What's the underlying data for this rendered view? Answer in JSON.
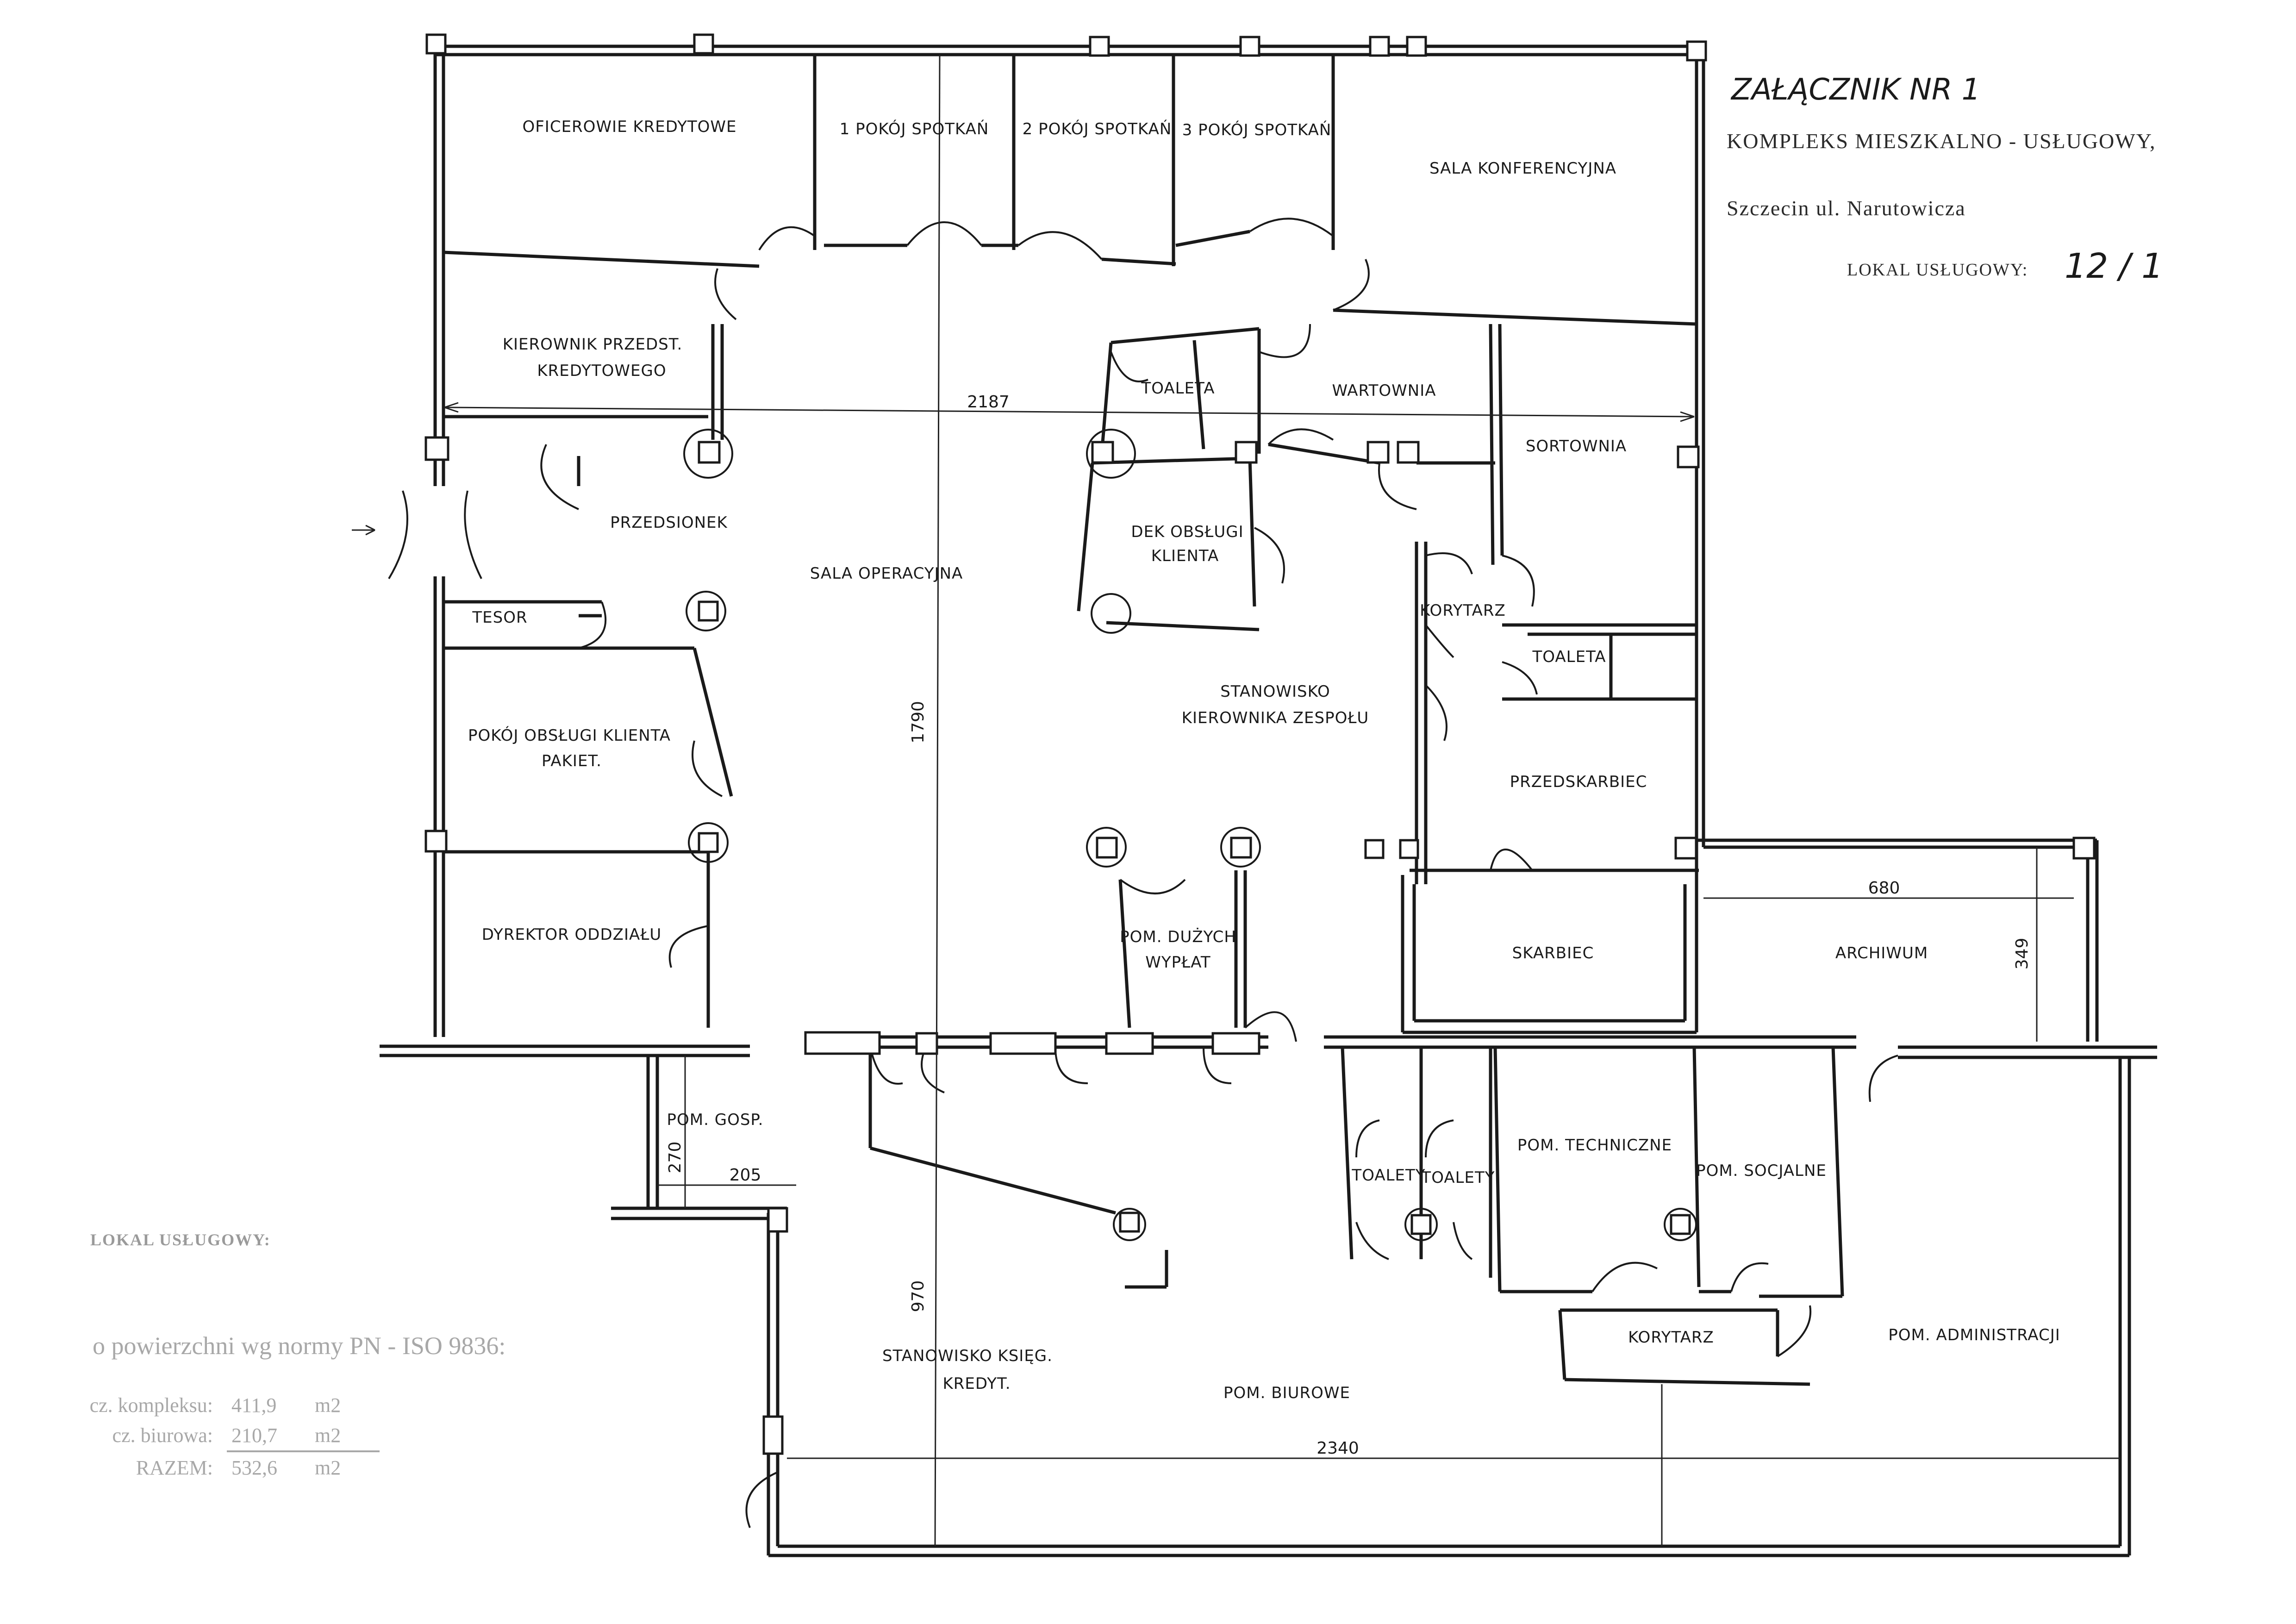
{
  "header": {
    "attachment": "ZAŁĄCZNIK NR 1",
    "complex": "KOMPLEKS MIESZKALNO - USŁUGOWY,",
    "address": "Szczecin ul. Narutowicza",
    "unit_label": "LOKAL USŁUGOWY:",
    "unit_number": "12 / 1"
  },
  "rooms": {
    "oficerowie": "OFICEROWIE KREDYTOWE",
    "spotkan1": "1 POKÓJ SPOTKAŃ",
    "spotkan2": "2 POKÓJ SPOTKAŃ",
    "spotkan3": "3 POKÓJ SPOTKAŃ",
    "konferencyjna": "SALA KONFERENCYJNA",
    "kierownik_line1": "KIEROWNIK PRZEDST.",
    "kierownik_line2": "KREDYTOWEGO",
    "toaleta_top": "TOALETA",
    "wartownia": "WARTOWNIA",
    "sortownia": "SORTOWNIA",
    "przedsionek": "PRZEDSIONEK",
    "sala_operacyjna": "SALA OPERACYJNA",
    "desk_line1": "DEK OBSŁUGI",
    "desk_line2": "KLIENTA",
    "tesor": "TESOR",
    "korytarz_right": "KORYTARZ",
    "toaleta_right": "TOALETA",
    "stanowisko_line1": "STANOWISKO",
    "stanowisko_line2": "KIEROWNIKA ZESPOŁU",
    "pokoj_obslugi_line1": "POKÓJ OBSŁUGI KLIENTA",
    "pokoj_obslugi_line2": "PAKIET.",
    "przedskarbiec": "PRZEDSKARBIEC",
    "dyrektor": "DYREKTOR ODDZIAŁU",
    "wyplat_line1": "POM. DUŻYCH",
    "wyplat_line2": "WYPŁAT",
    "skarbiec": "SKARBIEC",
    "archiwum": "ARCHIWUM",
    "gosp": "POM. GOSP.",
    "toalety1": "TOALETY",
    "toalety2": "TOALETY",
    "techniczne": "POM. TECHNICZNE",
    "socjalne": "POM. SOCJALNE",
    "korytarz_bottom": "KORYTARZ",
    "administracji": "POM. ADMINISTRACJI",
    "ksieg_line1": "STANOWISKO KSIĘG.",
    "ksieg_line2": "KREDYT.",
    "biurowe": "POM. BIUROWE"
  },
  "dimensions": {
    "width_top": "2187",
    "height_main": "1790",
    "archive_width": "680",
    "archive_height": "349",
    "gosp_height": "270",
    "gosp_width": "205",
    "bottom_height": "970",
    "width_bottom": "2340"
  },
  "area_summary": {
    "title": "LOKAL USŁUGOWY:",
    "norm": "o powierzchni wg normy PN - ISO 9836:",
    "row1_label": "cz. kompleksu:",
    "row1_value": "411,9",
    "row1_unit": "m2",
    "row2_label": "cz. biurowa:",
    "row2_value": "210,7",
    "row2_unit": "m2",
    "total_label": "RAZEM:",
    "total_value": "532,6",
    "total_unit": "m2"
  }
}
